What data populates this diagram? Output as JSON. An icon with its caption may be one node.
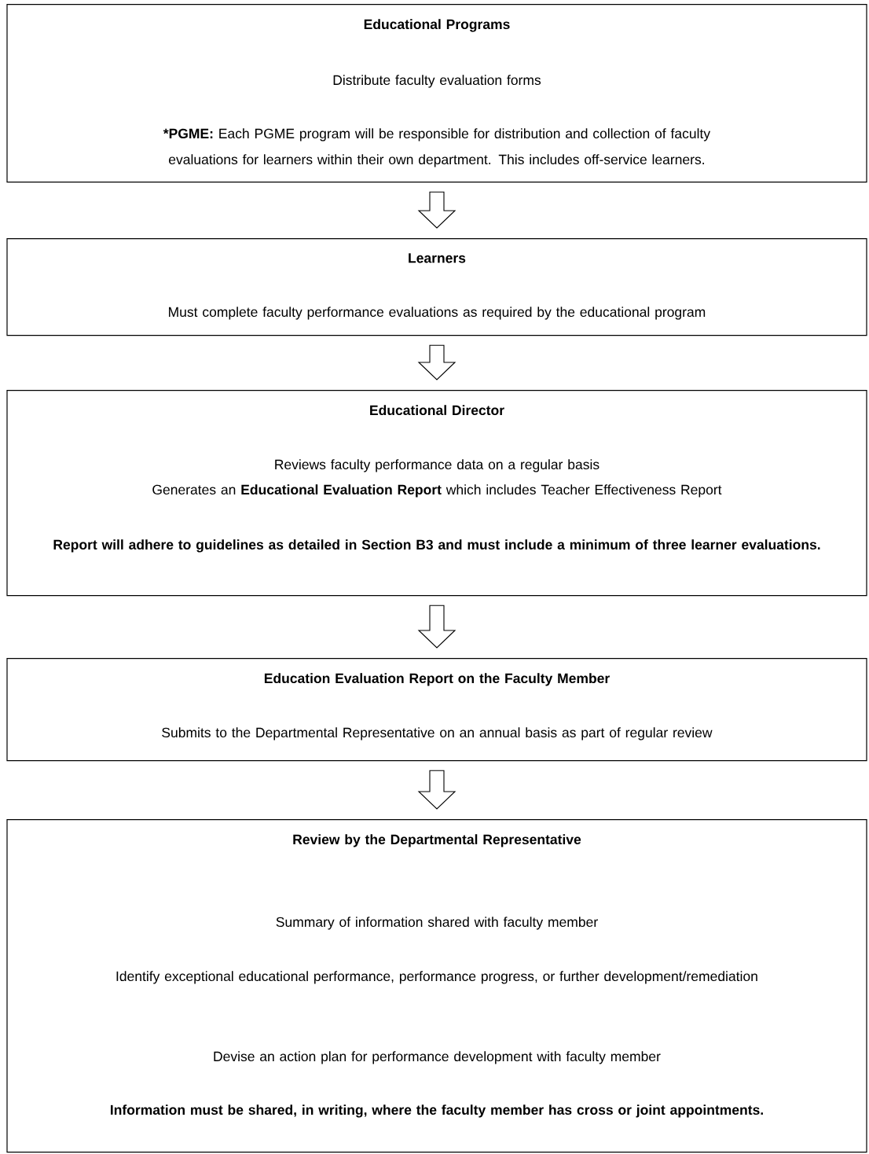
{
  "diagram": {
    "nodes": [
      {
        "text": [
          "Educational Programs",
          "Distribute faculty evaluation forms",
          "***PGME:** Each PGME program will be responsible for distribution and collection of faculty evaluations for learners within their own department. This includes off-service learners."
        ]
      },
      {
        "text": [
          "Learners",
          "Must complete faculty performance evaluations as required by the educational program"
        ]
      },
      {
        "text": [
          "Educational Director",
          "Reviews faculty performance data on a regular basis",
          "Generates an **Educational Evaluation Report** which includes Teacher Effectiveness Report",
          "Report will adhere to guidelines as detailed in Section B3 and must include a minimum of three learner evaluations."
        ]
      },
      {
        "text": [
          "Education Evaluation Report on the Faculty Member",
          "Submits to the Departmental Representative on an annual basis as part of regular review"
        ]
      },
      {
        "text": [
          "Review by the Departmental Representative",
          "Summary of information shared with faculty member",
          "Identify exceptional educational performance, performance progress, or further development/remediation",
          "Devise an action plan for performance development with faculty member",
          "Information must be shared, in writing, where the faculty member has cross or joint appointments."
        ]
      }
    ],
    "edges": [
      {
        "from": 0,
        "to": 1,
        "arrow": "to"
      },
      {
        "from": 1,
        "to": 2,
        "arrow": "to"
      },
      {
        "from": 2,
        "to": 3,
        "arrow": "to"
      },
      {
        "from": 3,
        "to": 4,
        "arrow": "to"
      }
    ]
  }
}
